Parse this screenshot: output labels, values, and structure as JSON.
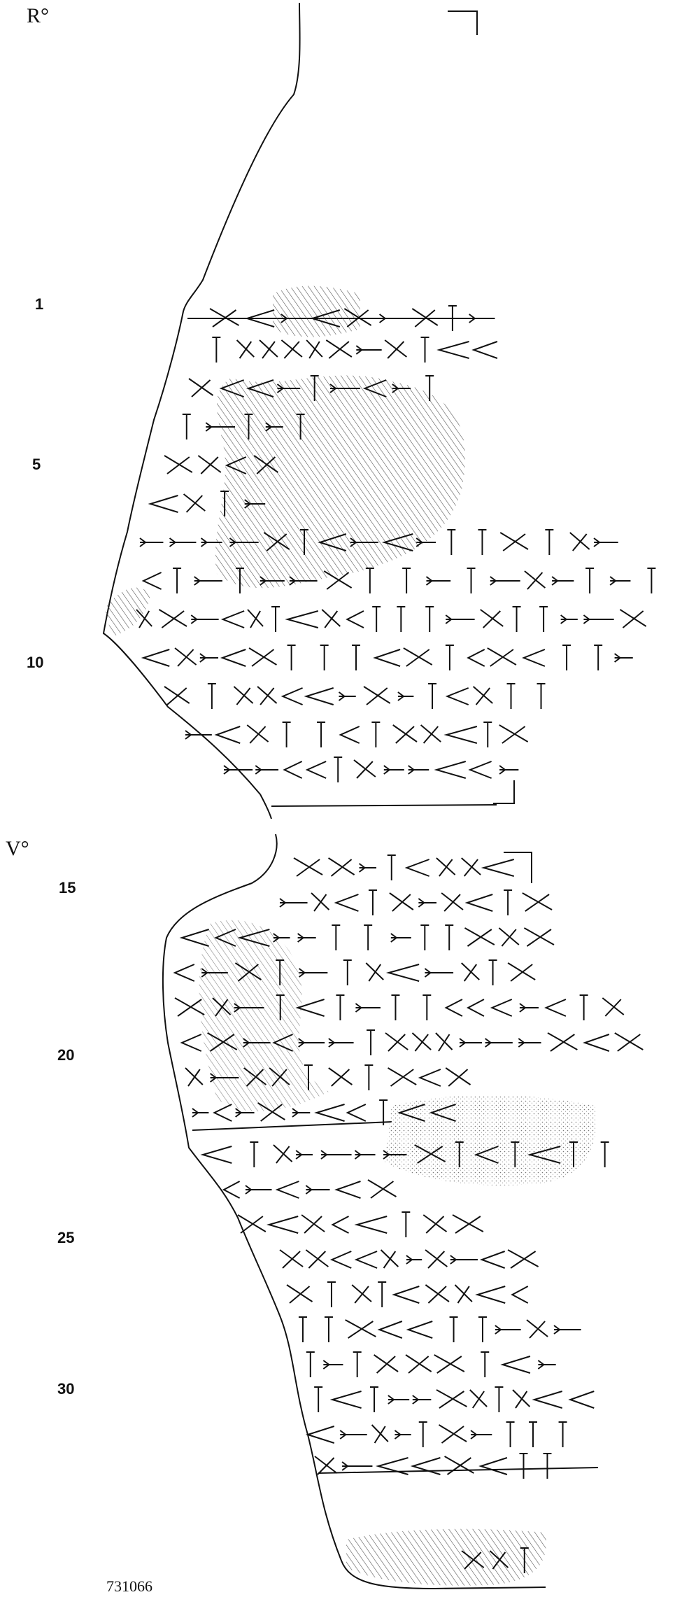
{
  "side_labels": {
    "recto": "R°",
    "verso": "V°"
  },
  "line_numbers": [
    "1",
    "5",
    "10",
    "15",
    "20",
    "25",
    "30"
  ],
  "museum_number": "731066",
  "colors": {
    "ink": "#111111",
    "hatch": "#555555",
    "background": "#ffffff"
  }
}
